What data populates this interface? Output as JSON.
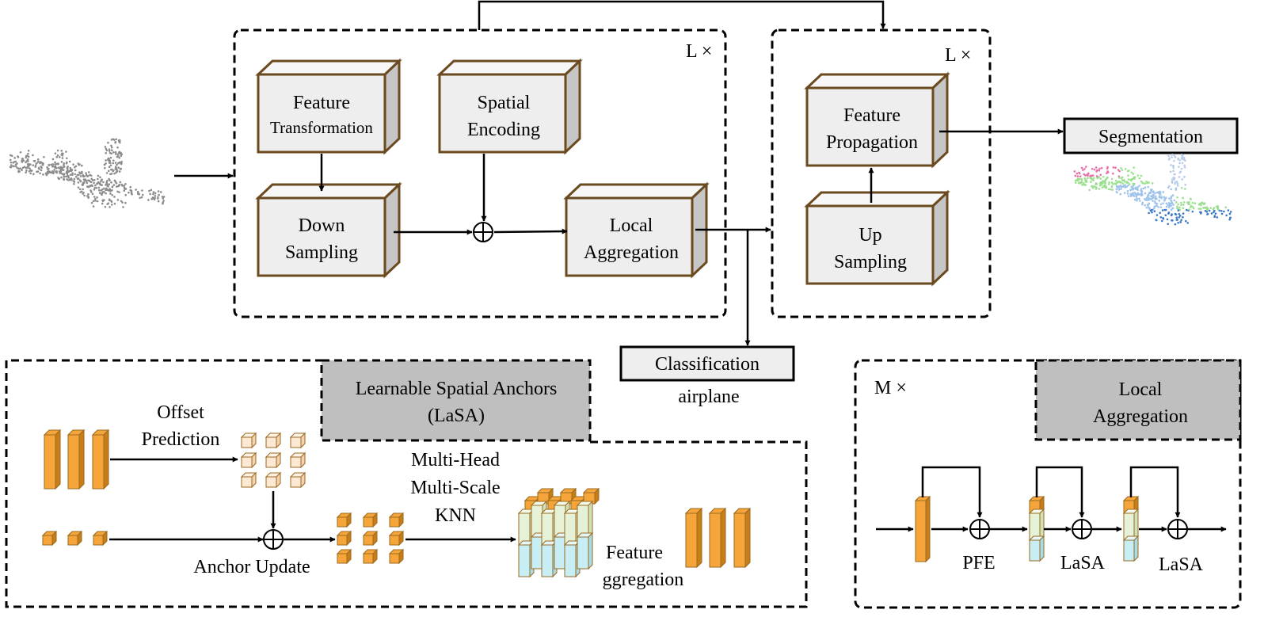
{
  "backbone": {
    "repeat_label": "L ×",
    "feature_transformation": [
      "Feature",
      "Transformation"
    ],
    "spatial_encoding": [
      "Spatial",
      "Encoding"
    ],
    "down_sampling": [
      "Down",
      "Sampling"
    ],
    "local_aggregation": [
      "Local",
      "Aggregation"
    ]
  },
  "decoder": {
    "repeat_label": "L ×",
    "feature_propagation": [
      "Feature",
      "Propagation"
    ],
    "up_sampling": [
      "Up",
      "Sampling"
    ]
  },
  "outputs": {
    "segmentation": "Segmentation",
    "classification": "Classification",
    "class_result": "airplane"
  },
  "lasa": {
    "title": [
      "Learnable Spatial Anchors",
      "(LaSA)"
    ],
    "offset_prediction": [
      "Offset",
      "Prediction"
    ],
    "anchor_update": "Anchor Update",
    "knn": [
      "Multi-Head",
      "Multi-Scale",
      "KNN"
    ],
    "feature_aggregation": [
      "Feature",
      "ggregation"
    ]
  },
  "local_agg_module": {
    "repeat_label": "M ×",
    "title": [
      "Local",
      "Aggregation"
    ],
    "stages": [
      "PFE",
      "LaSA",
      "LaSA"
    ]
  },
  "colors": {
    "box_face": "#eeeeee",
    "box_top": "#f7f7f7",
    "box_side": "#c6c6c6",
    "box_border": "#6b4a1f",
    "title_fill": "#bfbfbf",
    "orange": "#f5a53a",
    "orange_dark": "#c97d16",
    "light_green": "#e6f2d8",
    "light_blue": "#c8eef5",
    "pale_orange": "#fde8d4"
  }
}
